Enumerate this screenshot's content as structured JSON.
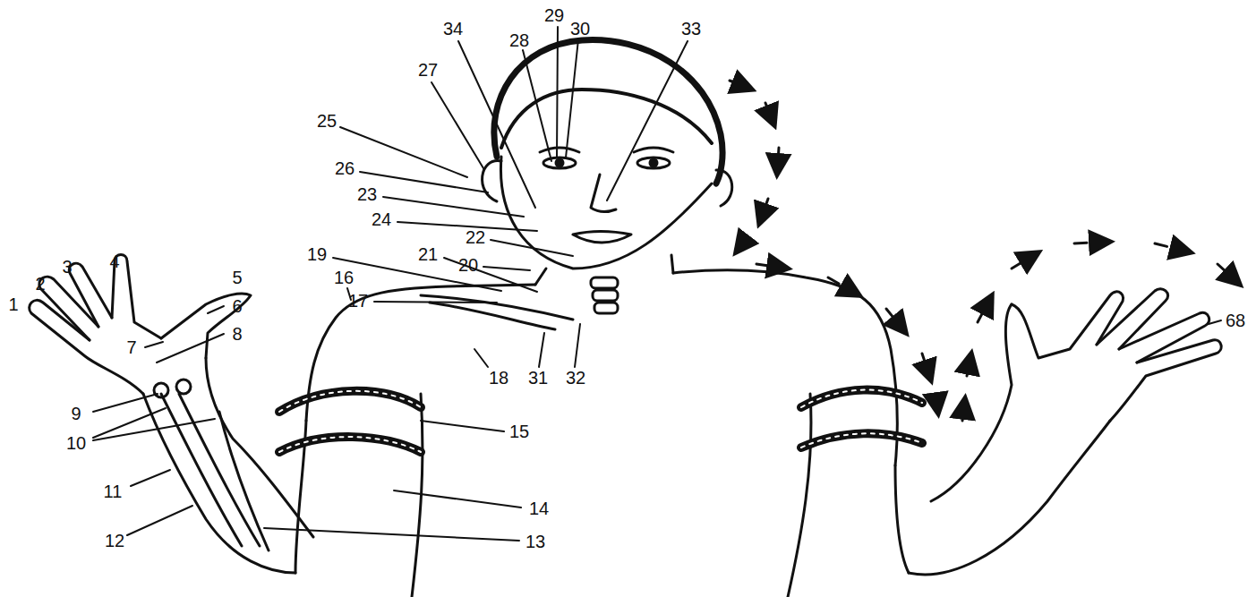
{
  "diagram": {
    "labels": [
      "1",
      "2",
      "3",
      "4",
      "5",
      "6",
      "7",
      "8",
      "9",
      "10",
      "11",
      "12",
      "13",
      "14",
      "15",
      "16",
      "17",
      "18",
      "19",
      "20",
      "21",
      "22",
      "23",
      "24",
      "25",
      "26",
      "27",
      "28",
      "29",
      "30",
      "31",
      "32",
      "33",
      "34",
      "68"
    ]
  }
}
